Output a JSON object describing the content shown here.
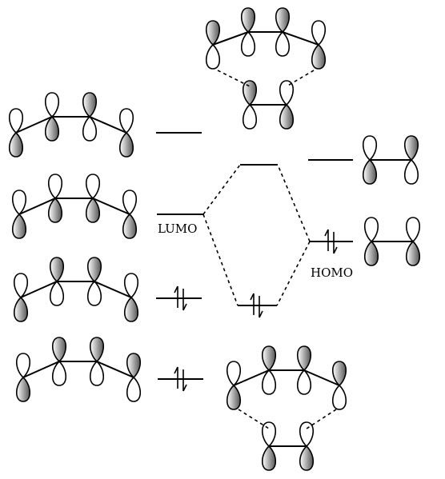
{
  "labels": {
    "lumo": "LUMO",
    "homo": "HOMO"
  },
  "colors": {
    "lobe_shading_light": "#ffffff",
    "lobe_shading_dark": "#555555",
    "line": "#000000"
  },
  "levels": {
    "hexatriene": [
      {
        "name": "psi4-star",
        "occupancy": 0
      },
      {
        "name": "psi3-star-lumo",
        "occupancy": 0
      },
      {
        "name": "psi2",
        "occupancy": 2
      },
      {
        "name": "psi1",
        "occupancy": 2
      }
    ],
    "combined": [
      {
        "name": "bonding",
        "occupancy": 2
      },
      {
        "name": "antibonding",
        "occupancy": 0
      }
    ],
    "ethylene": [
      {
        "name": "pi-star",
        "occupancy": 0
      },
      {
        "name": "pi-homo",
        "occupancy": 2
      }
    ]
  }
}
